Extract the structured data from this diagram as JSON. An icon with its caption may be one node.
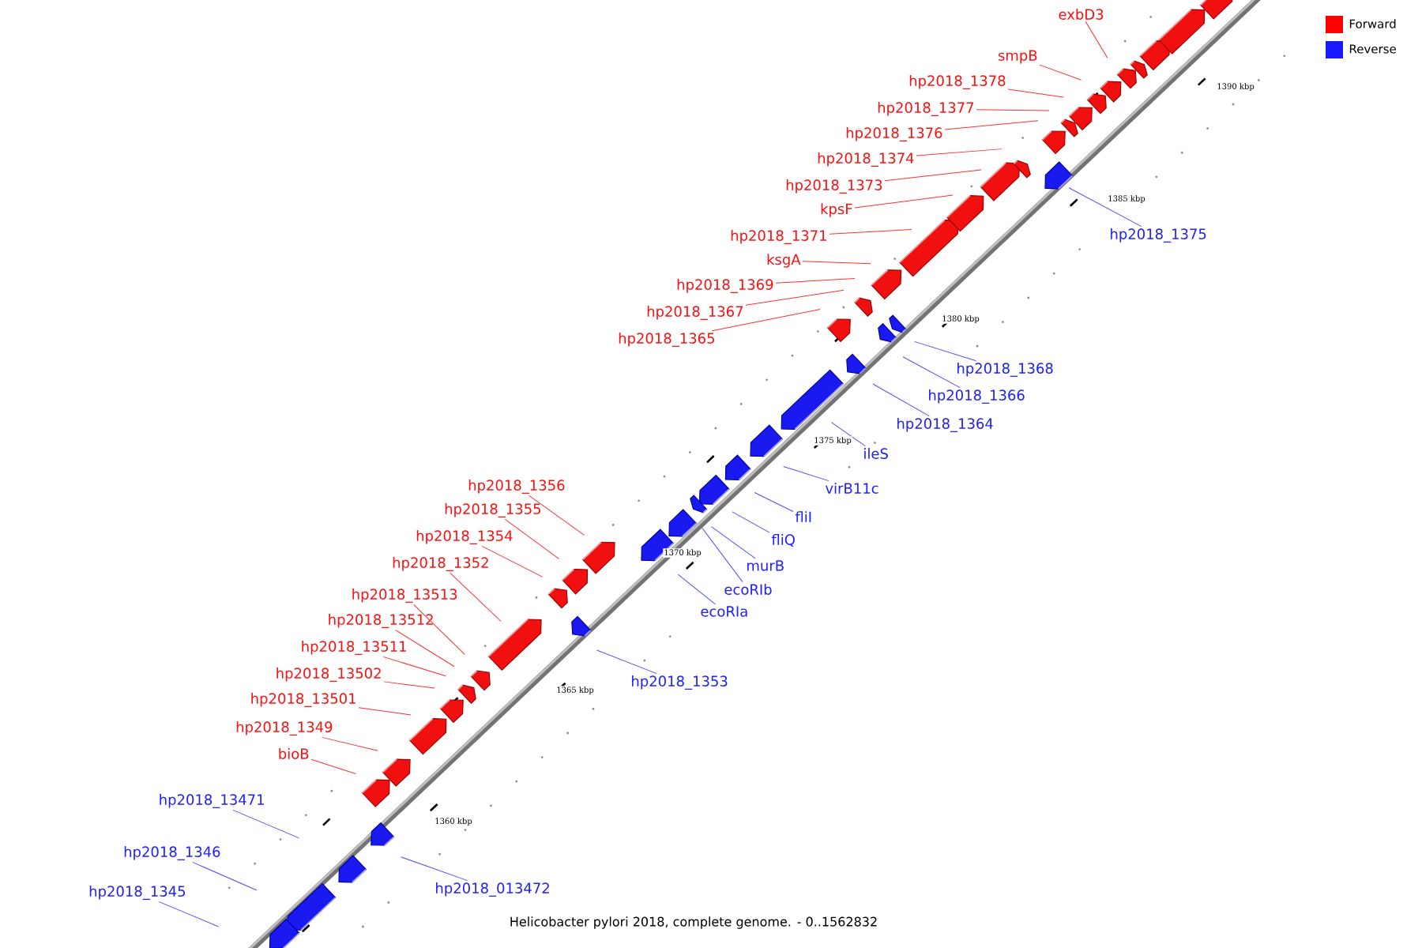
{
  "diagram": {
    "caption": "Helicobacter pylori 2018, complete genome. - 0..1562832",
    "nodes": [
      {
        "text": [
          "exbD3"
        ]
      },
      {
        "text": [
          "smpB"
        ]
      },
      {
        "text": [
          "hp2018_1378"
        ]
      },
      {
        "text": [
          "hp2018_1377"
        ]
      },
      {
        "text": [
          "hp2018_1376"
        ]
      },
      {
        "text": [
          "hp2018_1374"
        ]
      },
      {
        "text": [
          "hp2018_1373"
        ]
      },
      {
        "text": [
          "kpsF"
        ]
      },
      {
        "text": [
          "hp2018_1375"
        ]
      },
      {
        "text": [
          "hp2018_1371"
        ]
      },
      {
        "text": [
          "ksgA"
        ]
      },
      {
        "text": [
          "hp2018_1369"
        ]
      },
      {
        "text": [
          "hp2018_1367"
        ]
      },
      {
        "text": [
          "hp2018_1365"
        ]
      },
      {
        "text": [
          "hp2018_1368"
        ]
      },
      {
        "text": [
          "hp2018_1366"
        ]
      },
      {
        "text": [
          "hp2018_1364"
        ]
      },
      {
        "text": [
          "ileS"
        ]
      },
      {
        "text": [
          "hp2018_1356"
        ]
      },
      {
        "text": [
          "virB11c"
        ]
      },
      {
        "text": [
          "hp2018_1355"
        ]
      },
      {
        "text": [
          "fliI"
        ]
      },
      {
        "text": [
          "hp2018_1354"
        ]
      },
      {
        "text": [
          "fliQ"
        ]
      },
      {
        "text": [
          "hp2018_1352"
        ]
      },
      {
        "text": [
          "murB"
        ]
      },
      {
        "text": [
          "ecoRIb"
        ]
      },
      {
        "text": [
          "hp2018_13513"
        ]
      },
      {
        "text": [
          "ecoRIa"
        ]
      },
      {
        "text": [
          "hp2018_13512"
        ]
      },
      {
        "text": [
          "hp2018_13511"
        ]
      },
      {
        "text": [
          "hp2018_13502"
        ]
      },
      {
        "text": [
          "hp2018_1353"
        ]
      },
      {
        "text": [
          "hp2018_13501"
        ]
      },
      {
        "text": [
          "hp2018_1349"
        ]
      },
      {
        "text": [
          "bioB"
        ]
      },
      {
        "text": [
          "hp2018_13471"
        ]
      },
      {
        "text": [
          "hp2018_1346"
        ]
      },
      {
        "text": [
          "hp2018_013472"
        ]
      },
      {
        "text": [
          "hp2018_1345"
        ]
      }
    ],
    "edges": [
      {
        "from": 0,
        "to": null,
        "arrow": "none"
      },
      {
        "from": 1,
        "to": null,
        "arrow": "none"
      },
      {
        "from": 2,
        "to": null,
        "arrow": "none"
      },
      {
        "from": 3,
        "to": null,
        "arrow": "none"
      },
      {
        "from": 4,
        "to": null,
        "arrow": "none"
      },
      {
        "from": 5,
        "to": null,
        "arrow": "none"
      },
      {
        "from": 6,
        "to": null,
        "arrow": "none"
      },
      {
        "from": 7,
        "to": null,
        "arrow": "none"
      },
      {
        "from": 8,
        "to": null,
        "arrow": "none",
        "color": "#4d4dff"
      },
      {
        "from": 9,
        "to": null,
        "arrow": "none"
      },
      {
        "from": 10,
        "to": null,
        "arrow": "none"
      },
      {
        "from": 11,
        "to": null,
        "arrow": "none"
      },
      {
        "from": 12,
        "to": null,
        "arrow": "none"
      },
      {
        "from": 13,
        "to": null,
        "arrow": "none"
      },
      {
        "from": 14,
        "to": null,
        "arrow": "none",
        "color": "#4d4dff"
      },
      {
        "from": 15,
        "to": null,
        "arrow": "none",
        "color": "#4d4dff"
      },
      {
        "from": 16,
        "to": null,
        "arrow": "none",
        "color": "#4d4dff"
      },
      {
        "from": 17,
        "to": null,
        "arrow": "none",
        "color": "#4d4dff"
      },
      {
        "from": 18,
        "to": null,
        "arrow": "none"
      },
      {
        "from": 19,
        "to": null,
        "arrow": "none",
        "color": "#4d4dff"
      },
      {
        "from": 20,
        "to": null,
        "arrow": "none"
      },
      {
        "from": 21,
        "to": null,
        "arrow": "none",
        "color": "#4d4dff"
      },
      {
        "from": 22,
        "to": null,
        "arrow": "none"
      },
      {
        "from": 23,
        "to": null,
        "arrow": "none",
        "color": "#4d4dff"
      },
      {
        "from": 24,
        "to": null,
        "arrow": "none"
      },
      {
        "from": 25,
        "to": null,
        "arrow": "none",
        "color": "#4d4dff"
      },
      {
        "from": 26,
        "to": null,
        "arrow": "none",
        "color": "#4d4dff"
      },
      {
        "from": 27,
        "to": null,
        "arrow": "none"
      },
      {
        "from": 28,
        "to": null,
        "arrow": "none",
        "color": "#4d4dff"
      },
      {
        "from": 29,
        "to": null,
        "arrow": "none"
      },
      {
        "from": 30,
        "to": null,
        "arrow": "none"
      },
      {
        "from": 31,
        "to": null,
        "arrow": "none"
      },
      {
        "from": 32,
        "to": null,
        "arrow": "none",
        "color": "#4d4dff"
      },
      {
        "from": 33,
        "to": null,
        "arrow": "none"
      },
      {
        "from": 34,
        "to": null,
        "arrow": "none"
      },
      {
        "from": 35,
        "to": null,
        "arrow": "none"
      },
      {
        "from": 36,
        "to": null,
        "arrow": "none",
        "color": "#4d4dff"
      },
      {
        "from": 37,
        "to": null,
        "arrow": "none",
        "color": "#4d4dff"
      },
      {
        "from": 38,
        "to": null,
        "arrow": "none",
        "color": "#4d4dff"
      },
      {
        "from": 39,
        "to": null,
        "arrow": "none",
        "color": "#4d4dff"
      }
    ],
    "labels": [
      "1390 kbp",
      "1385 kbp",
      "1380 kbp",
      "1375 kbp",
      "1370 kbp",
      "1365 kbp",
      "1360 kbp"
    ],
    "legend": [
      {
        "text": "Forward",
        "color": "#ff0000"
      },
      {
        "text": "Reverse",
        "color": "#1a1aff"
      }
    ]
  }
}
